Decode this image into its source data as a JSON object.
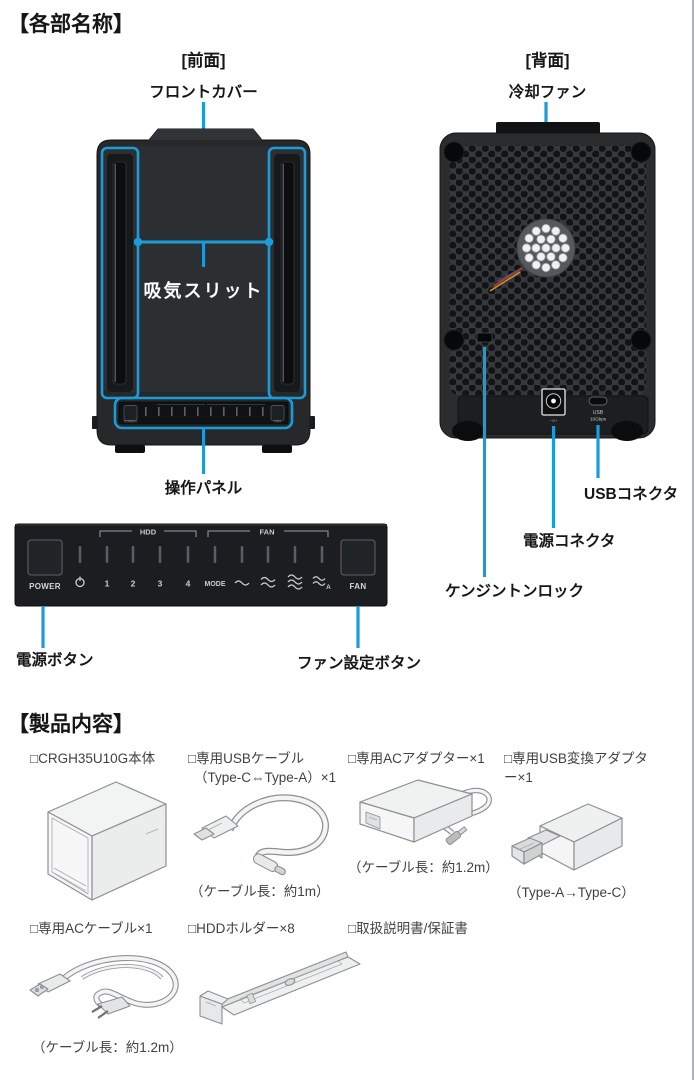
{
  "colors": {
    "callout_blue": "#1b9cd8",
    "device_dark": "#26282a",
    "white": "#ffffff"
  },
  "sections": {
    "parts_title": "【各部名称】",
    "contents_title": "【製品内容】"
  },
  "front": {
    "heading": "[前面]",
    "labels": {
      "front_cover": "フロントカバー",
      "intake_slit": "吸気スリット",
      "operation_panel": "操作パネル"
    }
  },
  "back": {
    "heading": "[背面]",
    "labels": {
      "cooling_fan": "冷却ファン",
      "usb_connector": "USBコネクタ",
      "power_connector": "電源コネクタ",
      "kensington_lock": "ケンジントンロック"
    },
    "usb_port_line1": "USB",
    "usb_port_line2": "10Gbps"
  },
  "panel": {
    "power_button_label": "POWER",
    "fan_button_label": "FAN",
    "hdd_group_label": "HDD",
    "fan_group_label": "FAN",
    "mode_label": "MODE",
    "hdd_numbers": [
      "1",
      "2",
      "3",
      "4"
    ],
    "power_callout": "電源ボタン",
    "fan_callout": "ファン設定ボタン"
  },
  "contents": {
    "items": [
      {
        "label": "□CRGH35U10G本体",
        "label2": "",
        "caption": ""
      },
      {
        "label": "□専用USBケーブル",
        "label2": "（Type-C⇔Type-A）×1",
        "caption": "（ケーブル長：約1m）"
      },
      {
        "label": "□専用ACアダプター×1",
        "label2": "",
        "caption": "（ケーブル長：約1.2m）"
      },
      {
        "label": "□専用USB変換アダプタ",
        "label2": "ー×1",
        "caption": "（Type-A→Type-C）"
      },
      {
        "label": "□専用ACケーブル×1",
        "label2": "",
        "caption": "（ケーブル長：約1.2m）"
      },
      {
        "label": "□HDDホルダー×8",
        "label2": "",
        "caption": ""
      },
      {
        "label": "□取扱説明書/保証書",
        "label2": "",
        "caption": ""
      }
    ]
  }
}
